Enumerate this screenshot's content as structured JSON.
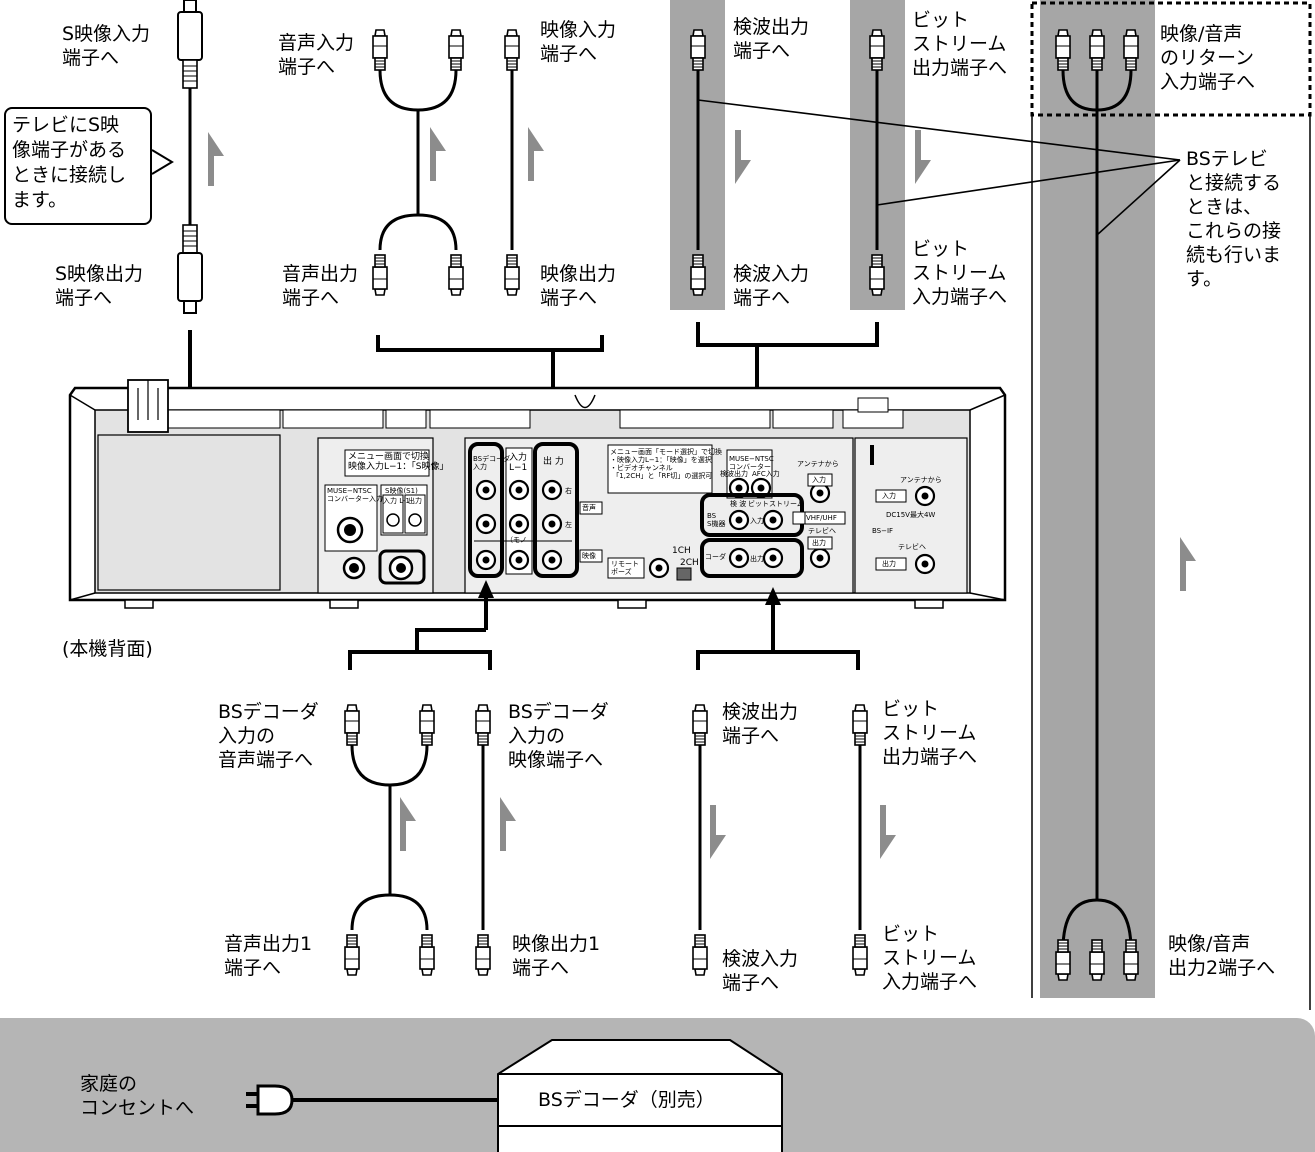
{
  "labels": {
    "s_in": "S映像入力\n端子へ",
    "s_out": "S映像出力\n端子へ",
    "note": "テレビにS映\n像端子がある\nときに接続し\nます。",
    "audio_in": "音声入力\n端子へ",
    "video_in": "映像入力\n端子へ",
    "audio_out": "音声出力\n端子へ",
    "video_out": "映像出力\n端子へ",
    "kenpa_out_top": "検波出力\n端子へ",
    "kenpa_in_top": "検波入力\n端子へ",
    "bit_out_top": "ビット\nストリーム\n出力端子へ",
    "bit_in_top": "ビット\nストリーム\n入力端子へ",
    "av_return": "映像/音声\nのリターン\n入力端子へ",
    "bs_tv_note": "BSテレビ\nと接続する\nときは、\nこれらの接\n続も行いま\nす。",
    "rear": "(本機背面)",
    "bs_audio": "BSデコーダ\n入力の\n音声端子へ",
    "bs_video": "BSデコーダ\n入力の\n映像端子へ",
    "audio_out1": "音声出力1\n端子へ",
    "video_out1": "映像出力1\n端子へ",
    "kenpa_out_bot": "検波出力\n端子へ",
    "kenpa_in_bot": "検波入力\n端子へ",
    "bit_out_bot": "ビット\nストリーム\n出力端子へ",
    "bit_in_bot": "ビット\nストリーム\n入力端子へ",
    "av_out2": "映像/音声\n出力2端子へ",
    "outlet": "家庭の\nコンセントへ",
    "decoder": "BSデコーダ（別売）"
  },
  "panel": {
    "menu_note1": "メニュー画面で切換\n映像入力L−1：「S映像」",
    "muse_conv": "MUSE−NTSC\nコンバーター入力",
    "s_video_s1": "S映像(S1)",
    "input_l1": "入力 L-1",
    "output": "出力",
    "bs_decoder_in": "BSデコーダ\n入力",
    "input_l1b": "入力\nL−1",
    "output_b": "出 力",
    "right": "右",
    "left": "左",
    "mono": "（モノ",
    "audio": "音声",
    "video": "映像",
    "menu_note2": "メニュー画面「モード選択」で切換\n・映像入力L−1：「映像」を選択\n・ビデオチャンネル\n 「1,2CH」と「RF切」の選択可",
    "muse_ntsc": "MUSE−NTSC\nコンバーター",
    "kenpa_out_s": "検波出力",
    "afc_in": "AFC入力",
    "antenna_from": "アンテナから",
    "input": "入力",
    "vhf_uhf": "VHF/UHF",
    "tv_to": "テレビへ",
    "output_r": "出力",
    "bs_device": "BS\nS機器",
    "kenpa": "検 波",
    "bitstream": "ビットストリーム",
    "in_small": "入力",
    "out_small": "出力",
    "coder": "コーダ",
    "remote_pause": "リモート\nポーズ",
    "ch1": "1CH",
    "ch2": "2CH",
    "ant_from2": "アンテナから",
    "in_box": "入力",
    "dc15v": "DC15V最大4W",
    "bs_if": "BS−IF",
    "tv_to2": "テレビへ",
    "out_box": "出力"
  },
  "colors": {
    "gray_band": "#a6a6a6",
    "arrow_gray": "#8c8c8c",
    "panel_fill": "#e3e3e3",
    "bottom_bar": "#b5b5b5"
  }
}
